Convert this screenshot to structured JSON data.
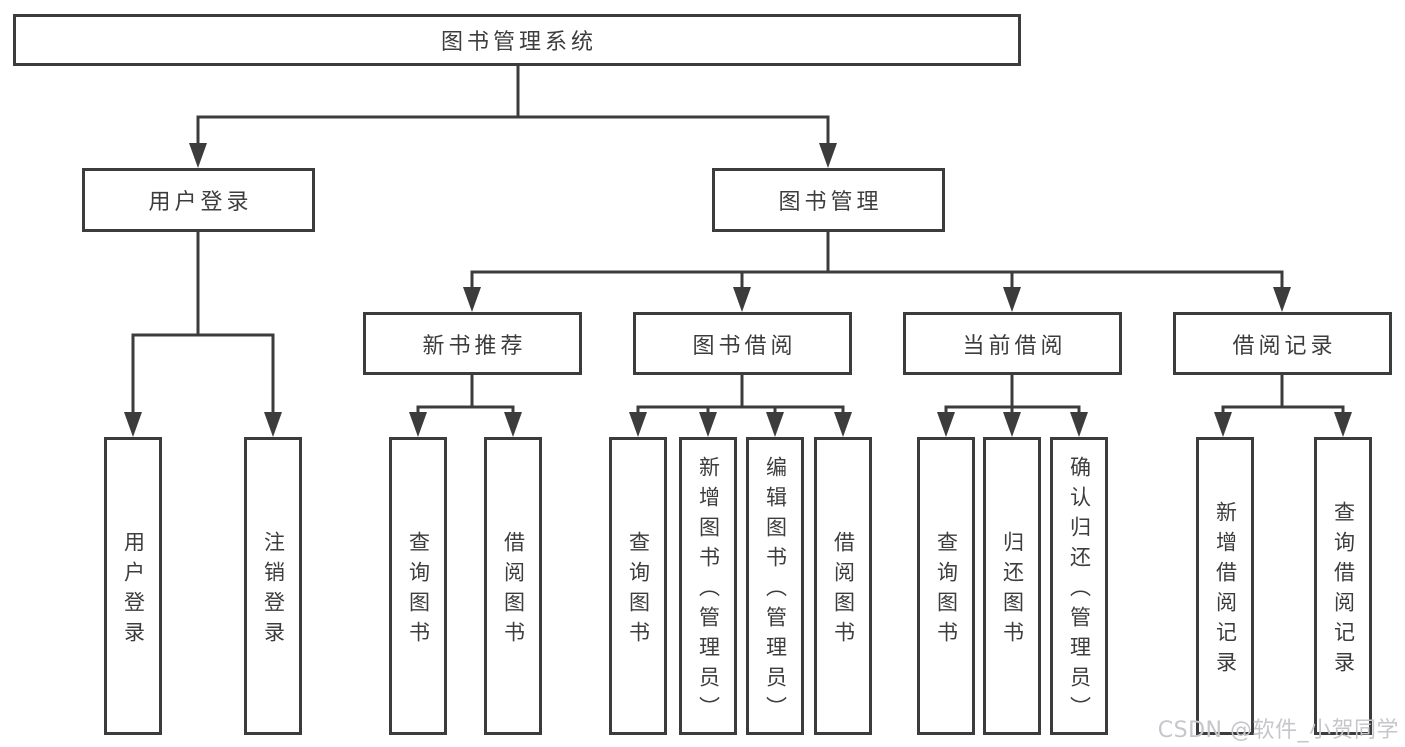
{
  "colors": {
    "line": "#3c3c3c",
    "box_border": "#3c3c3c",
    "text": "#3d3d3d",
    "background": "#ffffff",
    "watermark": "#c6c6cb"
  },
  "tree": {
    "root": {
      "label": "图书管理系统",
      "children": [
        {
          "label": "用户登录",
          "children": [
            {
              "label": "用户登录"
            },
            {
              "label": "注销登录"
            }
          ]
        },
        {
          "label": "图书管理",
          "children": [
            {
              "label": "新书推荐",
              "children": [
                {
                  "label": "查询图书"
                },
                {
                  "label": "借阅图书"
                }
              ]
            },
            {
              "label": "图书借阅",
              "children": [
                {
                  "label": "查询图书"
                },
                {
                  "label": "新增图书（管理员）"
                },
                {
                  "label": "编辑图书（管理员）"
                },
                {
                  "label": "借阅图书"
                }
              ]
            },
            {
              "label": "当前借阅",
              "children": [
                {
                  "label": "查询图书"
                },
                {
                  "label": "归还图书"
                },
                {
                  "label": "确认归还（管理员）"
                }
              ]
            },
            {
              "label": "借阅记录",
              "children": [
                {
                  "label": "新增借阅记录"
                },
                {
                  "label": "查询借阅记录"
                }
              ]
            }
          ]
        }
      ]
    }
  },
  "watermark": {
    "text": "CSDN @软件_小贺同学"
  }
}
